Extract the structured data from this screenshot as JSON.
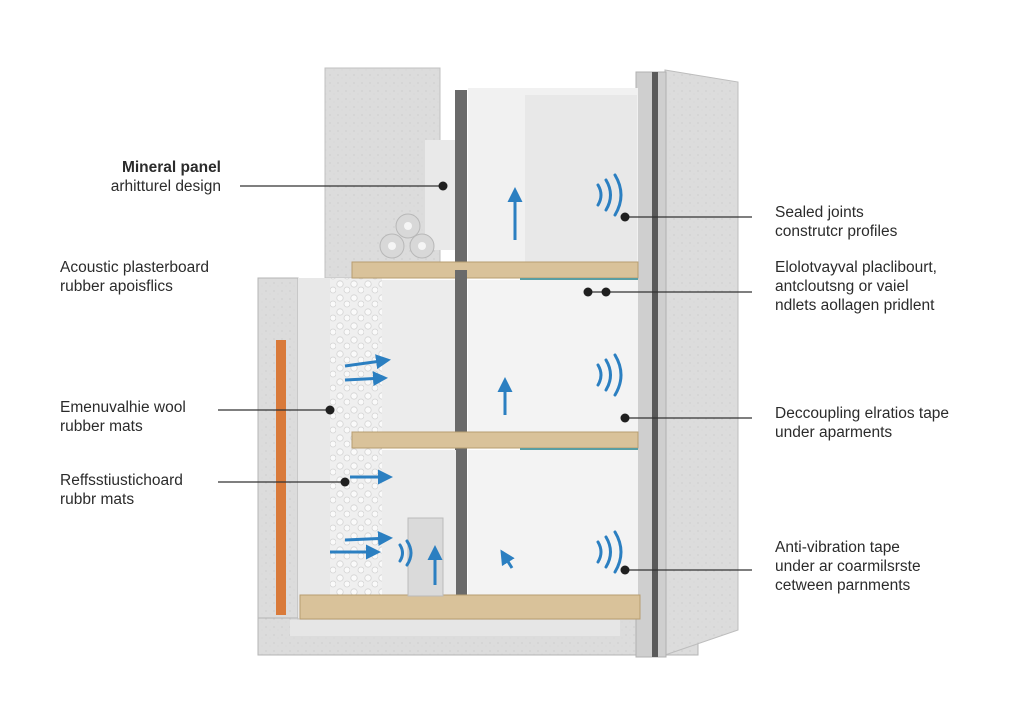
{
  "labels_left": [
    {
      "lines": [
        "Mineral panel",
        "arhitturel design"
      ]
    },
    {
      "lines": [
        "Acoustic plasterboard",
        "rubber apoisflics"
      ]
    },
    {
      "lines": [
        "Emenuvalhie wool",
        " rubber mats"
      ]
    },
    {
      "lines": [
        "Reffsstiustichoard",
        "rubbr mats"
      ]
    }
  ],
  "labels_right": [
    {
      "lines": [
        "Sealed joints",
        "construtcr profiles"
      ]
    },
    {
      "lines": [
        "Elolotvayval placlibourt,",
        "antcloutsng or vaiel",
        "ndlets aollagen pridlent"
      ]
    },
    {
      "lines": [
        "Deccoupling elratios tape",
        "under aparments"
      ]
    },
    {
      "lines": [
        "Anti-vibration tape",
        "under ar coarmilsrste",
        "cetween parnments"
      ]
    }
  ],
  "colors": {
    "concrete": "#d9d9d9",
    "concrete_dark": "#b9b9b9",
    "wood": "#d9c29a",
    "insulation_teal": "#5a9ea3",
    "arrow_blue": "#2b7fc1",
    "orange_strip": "#d97a3a",
    "steel": "#5a5a5a"
  }
}
